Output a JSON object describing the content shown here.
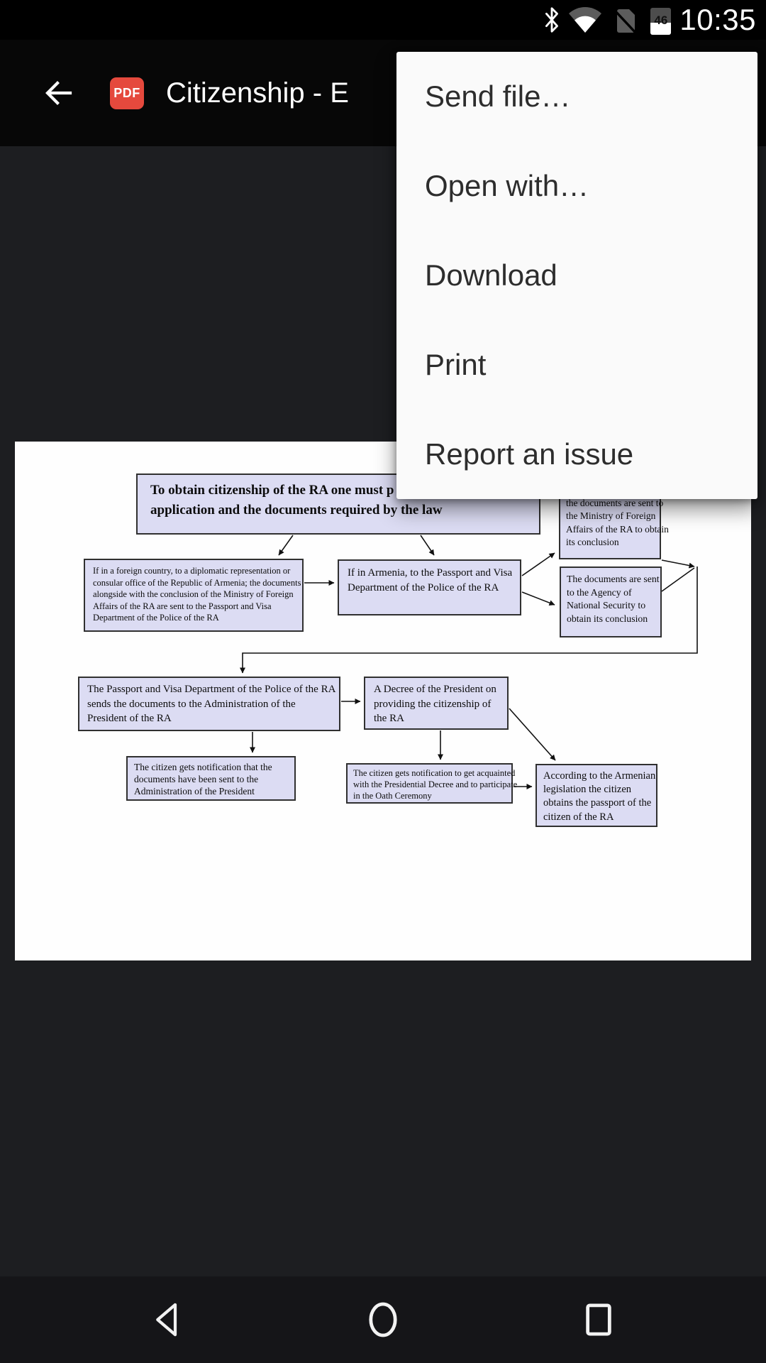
{
  "status_bar": {
    "time": "10:35",
    "battery_percent": "46",
    "icons": [
      "bluetooth-icon",
      "wifi-icon",
      "no-sim-icon",
      "battery-icon"
    ]
  },
  "app_bar": {
    "pdf_badge_label": "PDF",
    "title": "Citizenship - E"
  },
  "menu": {
    "items": [
      "Send file…",
      "Open with…",
      "Download",
      "Print",
      "Report an issue"
    ]
  },
  "document": {
    "boxes": {
      "intro": [
        "To obtain citizenship of the RA one must p",
        "application and the documents required by the law"
      ],
      "mfa": [
        "the documents are sent to",
        "the Ministry of Foreign",
        "Affairs of the RA to obtain",
        "its conclusion"
      ],
      "foreign": [
        "If in a foreign country, to a diplomatic representation or",
        "consular office of the Republic of Armenia; the documents",
        "alongside with the conclusion of the Ministry of Foreign",
        "Affairs of the RA are sent to the Passport and Visa",
        "Department of the Police of the RA"
      ],
      "armenia": [
        "If in Armenia, to the Passport and Visa",
        "Department of the Police of the RA"
      ],
      "nss": [
        "The documents are sent",
        "to the Agency of",
        "National Security to",
        "obtain its conclusion"
      ],
      "pvd_send": [
        "The Passport and Visa Department of the Police of the RA",
        "sends the documents to the Administration of the",
        "President of the RA"
      ],
      "decree": [
        "A Decree of the President on",
        "providing the citizenship of",
        "the RA"
      ],
      "notify_sent": [
        "The citizen gets notification that the",
        "documents have been sent to the",
        "Administration of the President"
      ],
      "notify_oath": [
        "The citizen gets notification to get acquainted",
        "with the Presidential Decree and to participate",
        "in the Oath Ceremony"
      ],
      "passport": [
        "According to the Armenian",
        "legislation the citizen",
        "obtains the passport of the",
        "citizen of the RA"
      ]
    }
  },
  "nav_bar": {
    "icons": [
      "back-icon",
      "home-icon",
      "recents-icon"
    ]
  },
  "colors": {
    "pdf_badge": "#e5493d",
    "flow_box_fill": "#dcdcf3",
    "menu_bg": "#fafafa",
    "app_bar_bg": "#070707",
    "viewer_bg": "#1d1e21"
  }
}
